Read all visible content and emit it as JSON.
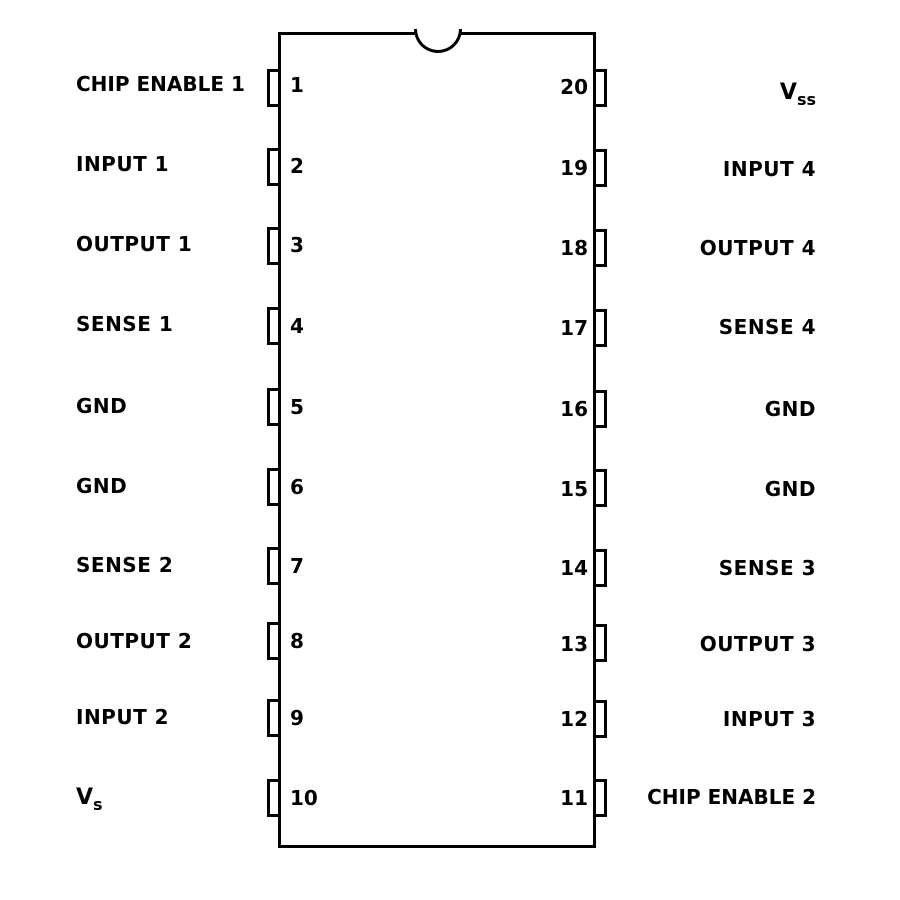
{
  "left_pins": [
    {
      "num": "1",
      "label": "CHIP ENABLE 1"
    },
    {
      "num": "2",
      "label": "INPUT 1"
    },
    {
      "num": "3",
      "label": "OUTPUT 1"
    },
    {
      "num": "4",
      "label": "SENSE 1"
    },
    {
      "num": "5",
      "label": "GND"
    },
    {
      "num": "6",
      "label": "GND"
    },
    {
      "num": "7",
      "label": "SENSE 2"
    },
    {
      "num": "8",
      "label": "OUTPUT 2"
    },
    {
      "num": "9",
      "label": "INPUT 2"
    },
    {
      "num": "10",
      "label_main": "V",
      "label_sub": "s"
    }
  ],
  "right_pins": [
    {
      "num": "20",
      "label_main": "V",
      "label_sub": "ss"
    },
    {
      "num": "19",
      "label": "INPUT 4"
    },
    {
      "num": "18",
      "label": "OUTPUT 4"
    },
    {
      "num": "17",
      "label": "SENSE 4"
    },
    {
      "num": "16",
      "label": "GND"
    },
    {
      "num": "15",
      "label": "GND"
    },
    {
      "num": "14",
      "label": "SENSE 3"
    },
    {
      "num": "13",
      "label": "OUTPUT 3"
    },
    {
      "num": "12",
      "label": "INPUT 3"
    },
    {
      "num": "11",
      "label": "CHIP ENABLE 2"
    }
  ]
}
